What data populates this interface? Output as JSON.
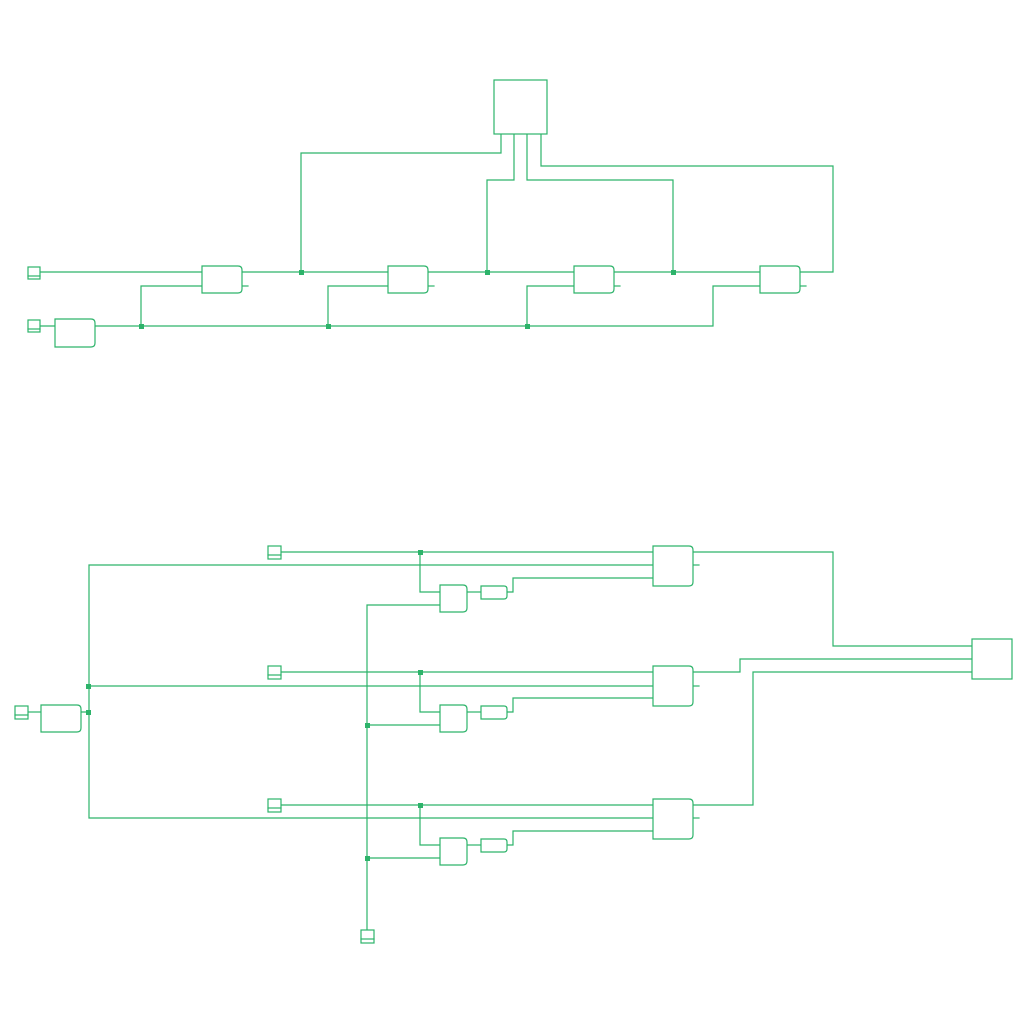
{
  "colors": {
    "wire": "#2db36a",
    "junction": "#2db36a",
    "background": "#ffffff"
  },
  "schematic": {
    "upper_circuit": {
      "components": [
        "input-pin",
        "input-pin",
        "buffer-gate",
        "flip-flop",
        "flip-flop",
        "flip-flop",
        "flip-flop",
        "output-block"
      ]
    },
    "lower_circuit": {
      "components": [
        "input-pin",
        "input-pin",
        "input-pin",
        "input-pin",
        "input-pin",
        "buffer-gate",
        "and-gate",
        "and-gate",
        "and-gate",
        "small-gate",
        "small-gate",
        "small-gate",
        "latch-block",
        "latch-block",
        "latch-block",
        "output-block"
      ]
    }
  }
}
